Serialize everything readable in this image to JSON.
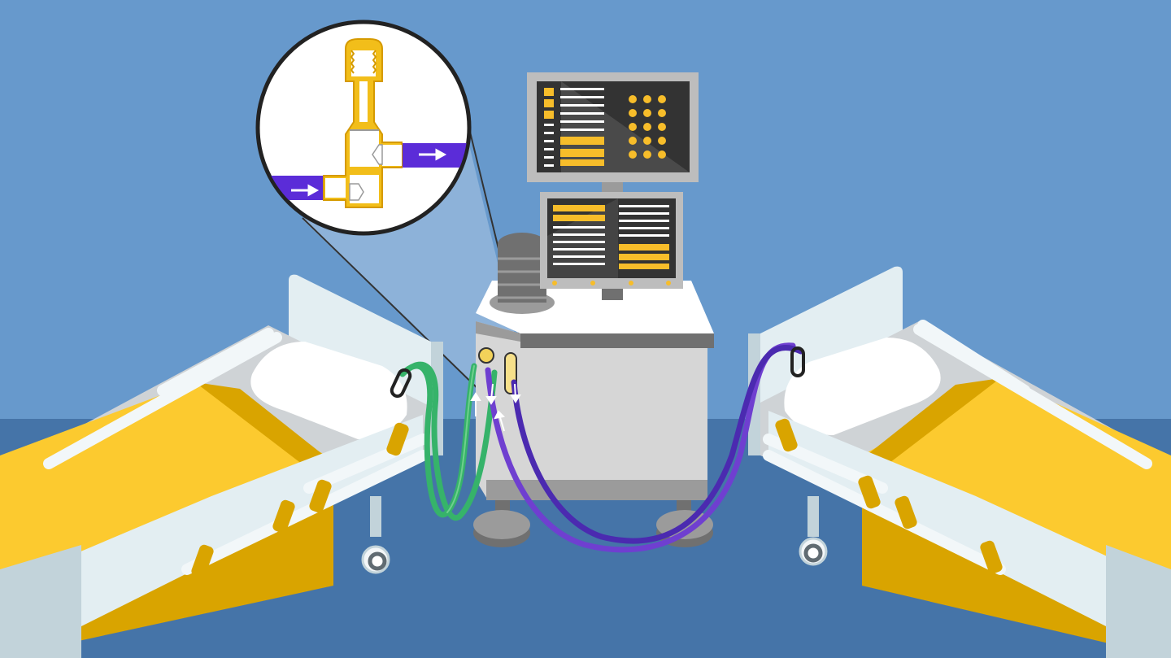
{
  "colors": {
    "wall": "#6799cc",
    "floor": "#4574a8",
    "floor_shadow": "#3f6a9c",
    "bed_frame": "#e3eef2",
    "bed_frame_shade": "#c2d3da",
    "rail": "#f2f7f9",
    "mattress_grey": "#cfd3d6",
    "pillow": "#ffffff",
    "blanket": "#fcca2f",
    "blanket_dark": "#d9a400",
    "machine_body": "#d6d6d6",
    "machine_shade": "#9b9b9b",
    "machine_dark": "#707070",
    "monitor_frame": "#bdbdbd",
    "screen": "#333333",
    "screen_accent": "#f7bd2a",
    "tube_green": "#36b36a",
    "tube_green_light": "#6fd08d",
    "tube_purple": "#6f3fd0",
    "tube_purple_dark": "#4b2ab0",
    "valve_gold": "#f2be1a",
    "valve_purple": "#5b2cd8",
    "outline": "#2b2b2b"
  },
  "scene": {
    "left_bed": "hospital-bed",
    "right_bed": "hospital-bed",
    "center": "ventilator",
    "inset": "splitter-valve-detail",
    "flow_arrow_icon": "arrow-right-icon"
  }
}
